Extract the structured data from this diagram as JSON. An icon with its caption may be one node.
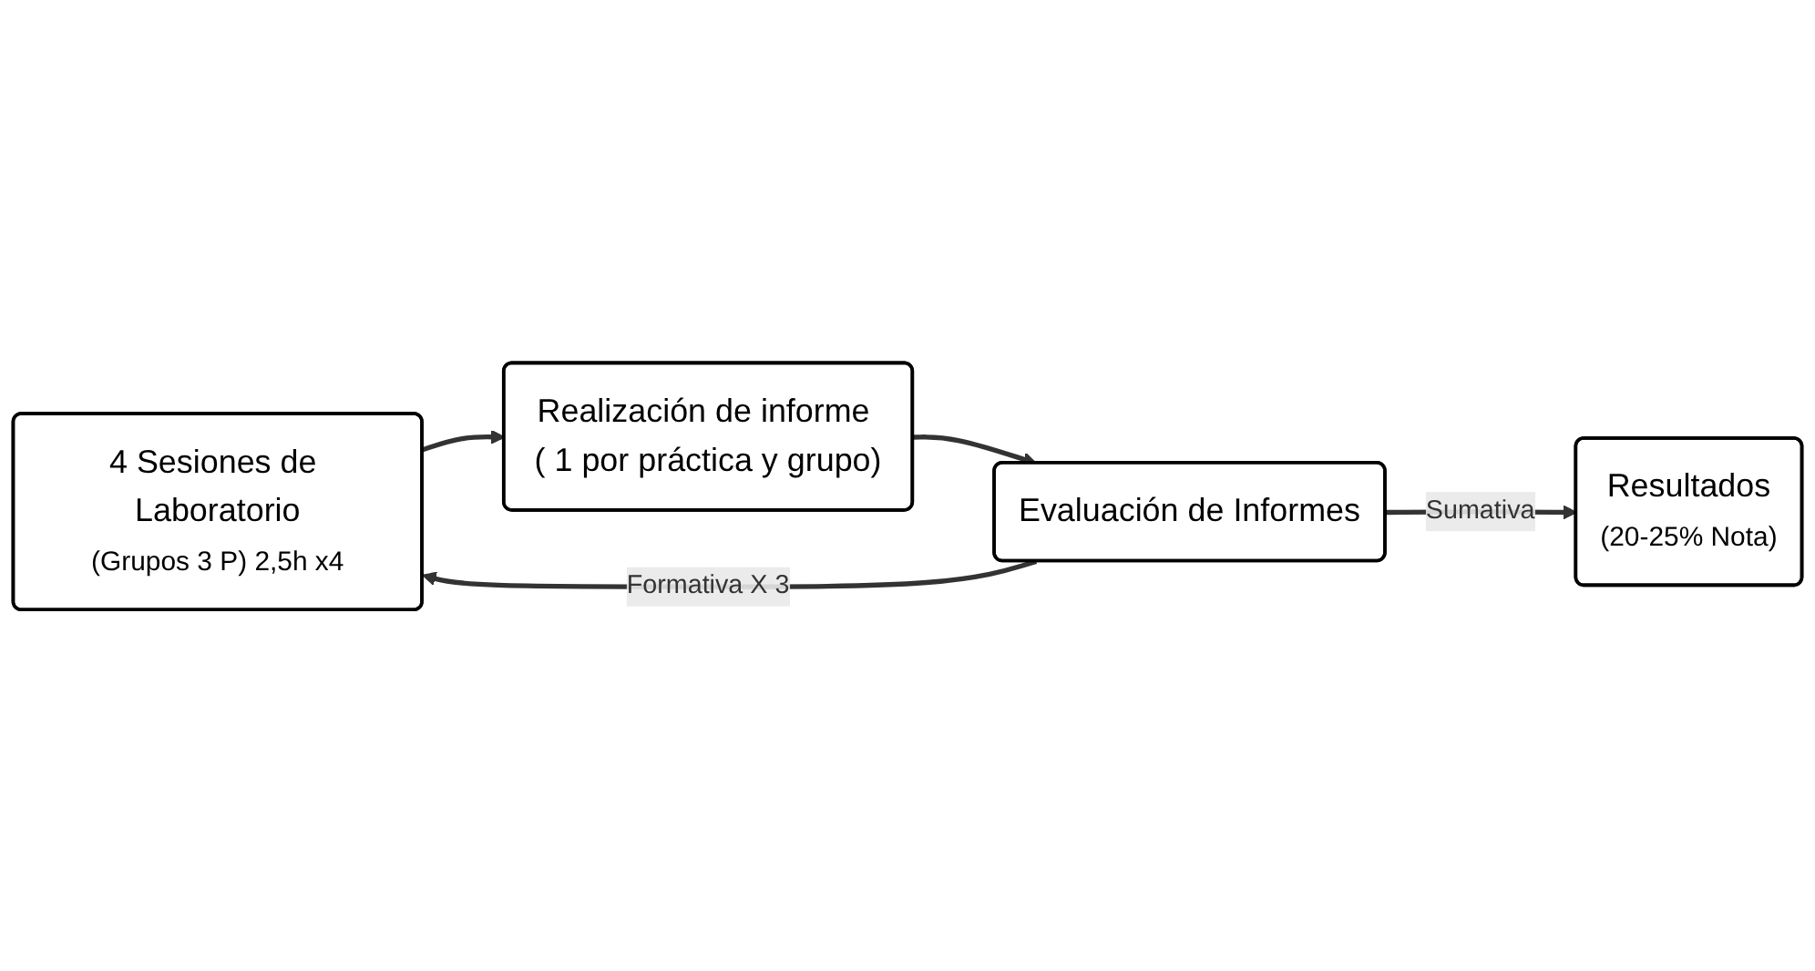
{
  "diagram": {
    "nodes": [
      {
        "text": [
          "4 Sesiones de Laboratorio",
          "(Grupos 3 P) 2,5h x4"
        ]
      },
      {
        "text": [
          "Realización de informe ( 1 por práctica y grupo)"
        ]
      },
      {
        "text": [
          "Evaluación de Informes"
        ]
      },
      {
        "text": [
          "Resultados",
          "(20-25% Nota)"
        ]
      }
    ],
    "edges": [
      {
        "from": 0,
        "to": 1,
        "arrow": "to"
      },
      {
        "from": 1,
        "to": 2,
        "arrow": "to"
      },
      {
        "from": 2,
        "to": 0,
        "arrow": "to",
        "label": "Formativa X 3"
      },
      {
        "from": 2,
        "to": 3,
        "arrow": "to",
        "label": "Sumativa"
      }
    ]
  }
}
